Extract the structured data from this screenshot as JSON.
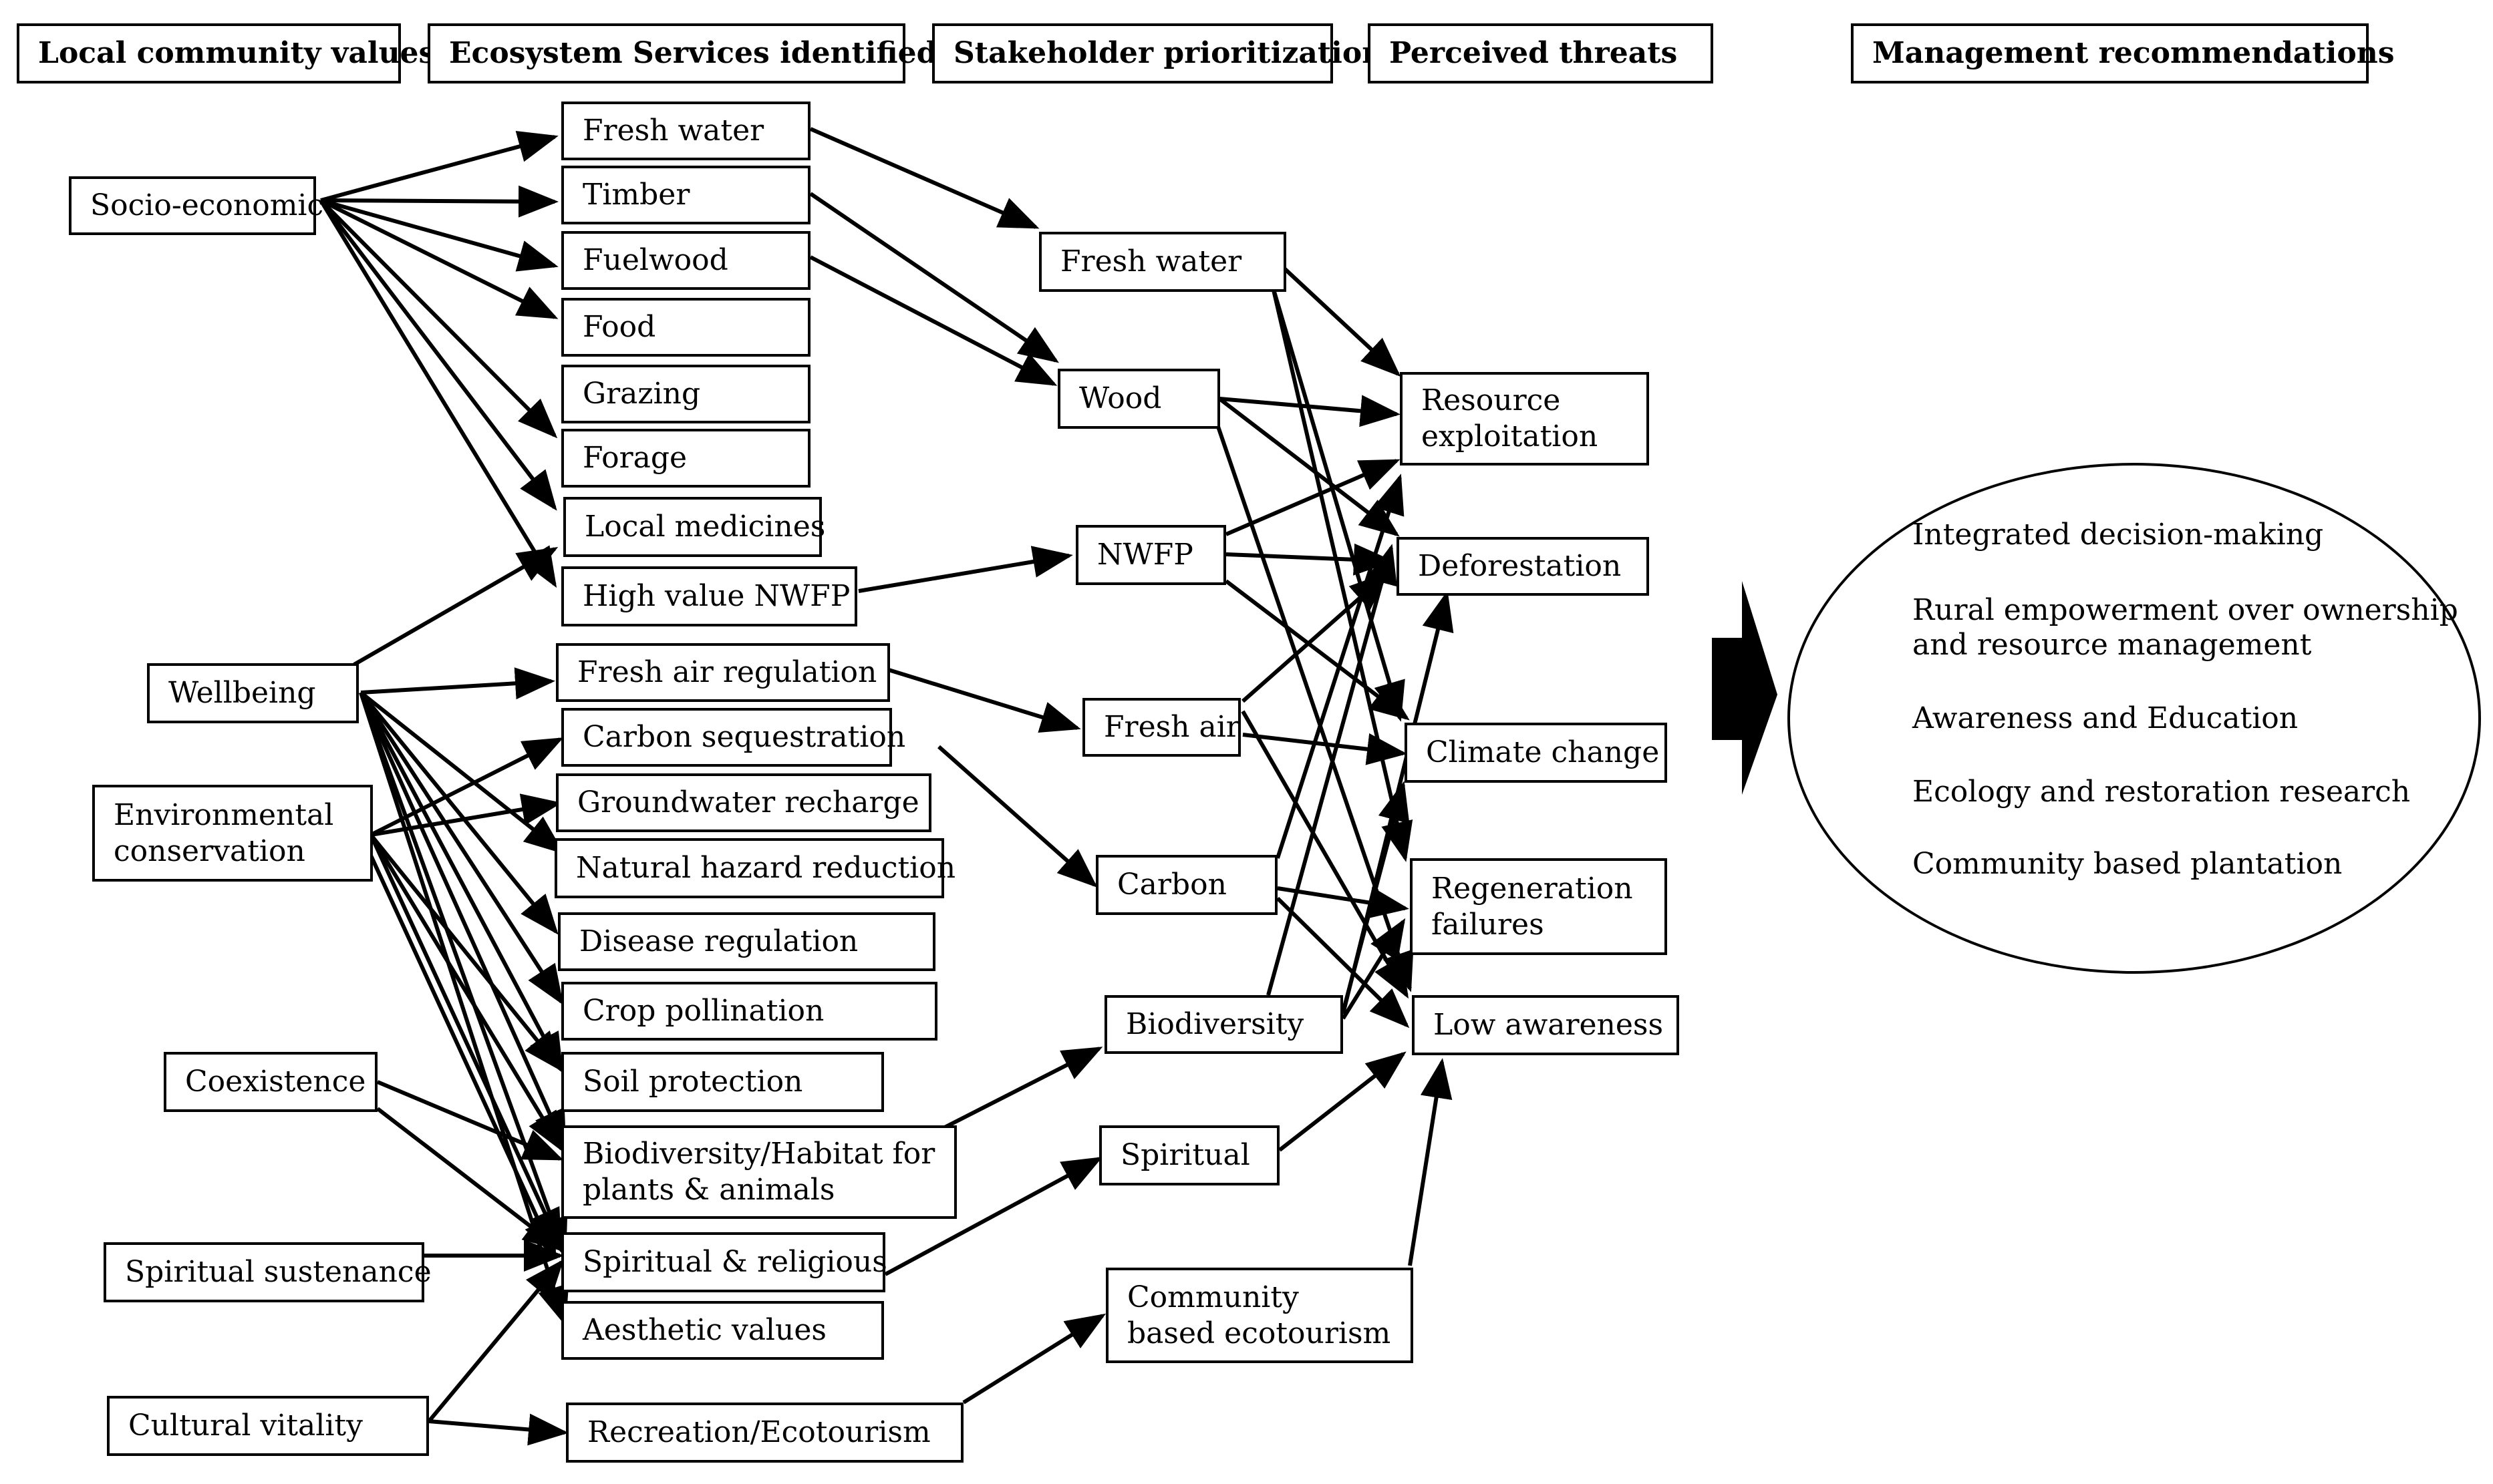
{
  "headers": {
    "local_values": "Local community values",
    "ecosystem_services": "Ecosystem Services identified",
    "stakeholder": "Stakeholder prioritization",
    "threats": "Perceived threats",
    "management": "Management recommendations"
  },
  "local_values": {
    "socio_economic": "Socio-economic",
    "wellbeing": "Wellbeing",
    "environmental": "Environmental conservation",
    "coexistence": "Coexistence",
    "spiritual_sustenance": "Spiritual sustenance",
    "cultural_vitality": "Cultural vitality"
  },
  "services": {
    "fresh_water": "Fresh water",
    "timber": "Timber",
    "fuelwood": "Fuelwood",
    "food": "Food",
    "grazing": "Grazing",
    "forage": "Forage",
    "local_medicines": "Local medicines",
    "high_value_nwfp": "High value NWFP",
    "fresh_air_regulation": "Fresh air regulation",
    "carbon_sequestration": "Carbon sequestration",
    "groundwater_recharge": "Groundwater recharge",
    "natural_hazard_reduction": "Natural hazard reduction",
    "disease_regulation": "Disease regulation",
    "crop_pollination": "Crop pollination",
    "soil_protection": "Soil protection",
    "biodiversity_habitat": "Biodiversity/Habitat for plants & animals",
    "spiritual_religious": "Spiritual & religious",
    "aesthetic_values": "Aesthetic values",
    "recreation_ecotourism": "Recreation/Ecotourism"
  },
  "priorities": {
    "fresh_water": "Fresh water",
    "wood": "Wood",
    "nwfp": "NWFP",
    "fresh_air": "Fresh air",
    "carbon": "Carbon",
    "biodiversity": "Biodiversity",
    "spiritual": "Spiritual",
    "community_ecotourism": "Community based ecotourism"
  },
  "threats": {
    "resource_exploitation": "Resource exploitation",
    "deforestation": "Deforestation",
    "climate_change": "Climate change",
    "regeneration_failures": "Regeneration failures",
    "low_awareness": "Low awareness"
  },
  "recommendations": [
    "Integrated decision-making",
    "Rural empowerment over ownership and resource management",
    "Awareness and Education",
    "Ecology and restoration research",
    "Community based plantation"
  ],
  "colors": {
    "line": "#000000",
    "background": "#ffffff"
  }
}
